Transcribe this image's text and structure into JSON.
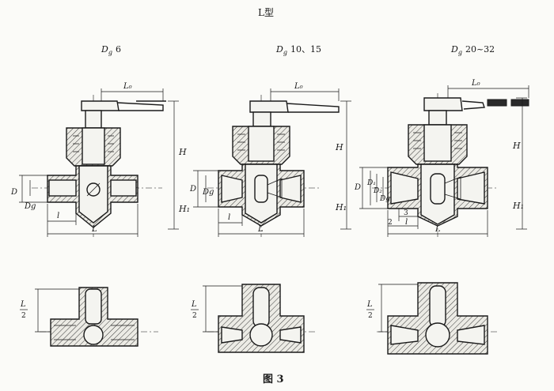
{
  "figure": {
    "header": "L型",
    "caption": "图 3"
  },
  "views": [
    {
      "size_label": "Dg 6",
      "sub": "g",
      "size_value": "6",
      "labels": {
        "L0": "L₀",
        "H": "H",
        "H1": "H₁",
        "D": "D",
        "Dg": "Dg",
        "l": "l",
        "L": "L",
        "L_half_num": "L",
        "L_half_den": "2"
      }
    },
    {
      "size_label": "Dg 10、15",
      "sub": "g",
      "size_value": "10、15",
      "labels": {
        "L0": "L₀",
        "H": "H",
        "H1": "H₁",
        "D": "D",
        "Dg": "Dg",
        "l": "l",
        "L": "L",
        "L_half_num": "L",
        "L_half_den": "2"
      }
    },
    {
      "size_label": "Dg 20~32",
      "sub": "g",
      "size_value": "20~32",
      "labels": {
        "L0": "L₀",
        "H": "H",
        "H1": "H₁",
        "D": "D",
        "D1": "D₁",
        "D2": "D₂",
        "Dg": "Dg",
        "l": "l",
        "L": "L",
        "n2": "2",
        "n3": "3",
        "L_half_num": "L",
        "L_half_den": "2"
      }
    }
  ]
}
